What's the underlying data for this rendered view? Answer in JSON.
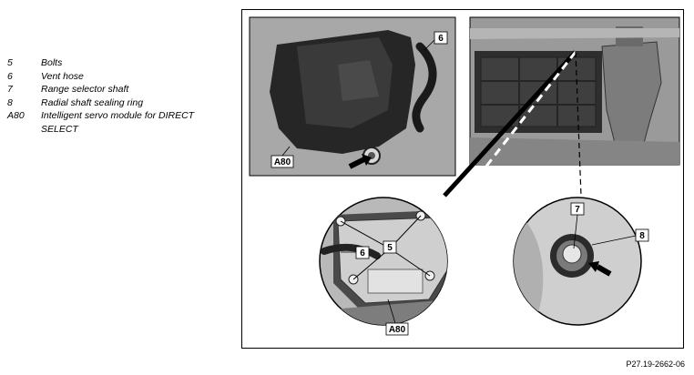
{
  "legend": [
    {
      "key": "5",
      "text": "Bolts"
    },
    {
      "key": "6",
      "text": "Vent hose"
    },
    {
      "key": "7",
      "text": "Range selector shaft"
    },
    {
      "key": "8",
      "text": "Radial shaft sealing ring"
    },
    {
      "key": "A80",
      "text": "Intelligent servo module for DIRECT SELECT"
    }
  ],
  "callouts": {
    "c6_top": "6",
    "a80_top": "A80",
    "c5_detail": "5",
    "c6_detail": "6",
    "a80_detail": "A80",
    "c7_detail": "7",
    "c8_detail": "8"
  },
  "figure_ref": "P27.19-2662-06"
}
